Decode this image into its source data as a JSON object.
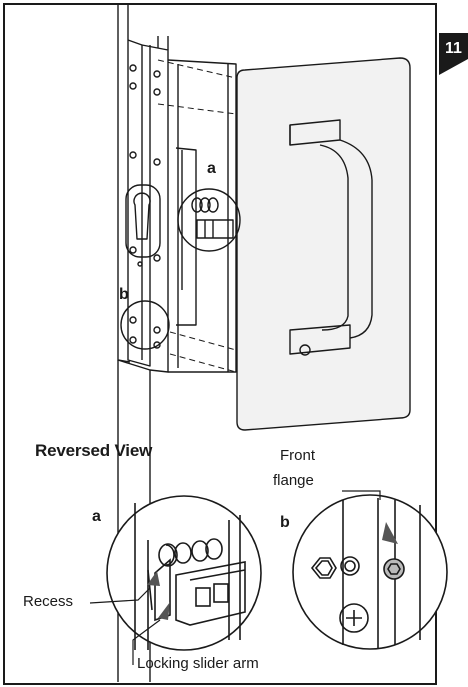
{
  "step": {
    "number": "11"
  },
  "main_figure": {
    "callout_a": "a",
    "callout_b": "b"
  },
  "reversed_view": {
    "heading": "Reversed View",
    "detail_a": {
      "label": "a",
      "recess": "Recess",
      "locking_slider_arm": "Locking slider arm"
    },
    "detail_b": {
      "label": "b",
      "front_flange_line1": "Front",
      "front_flange_line2": "flange"
    }
  }
}
